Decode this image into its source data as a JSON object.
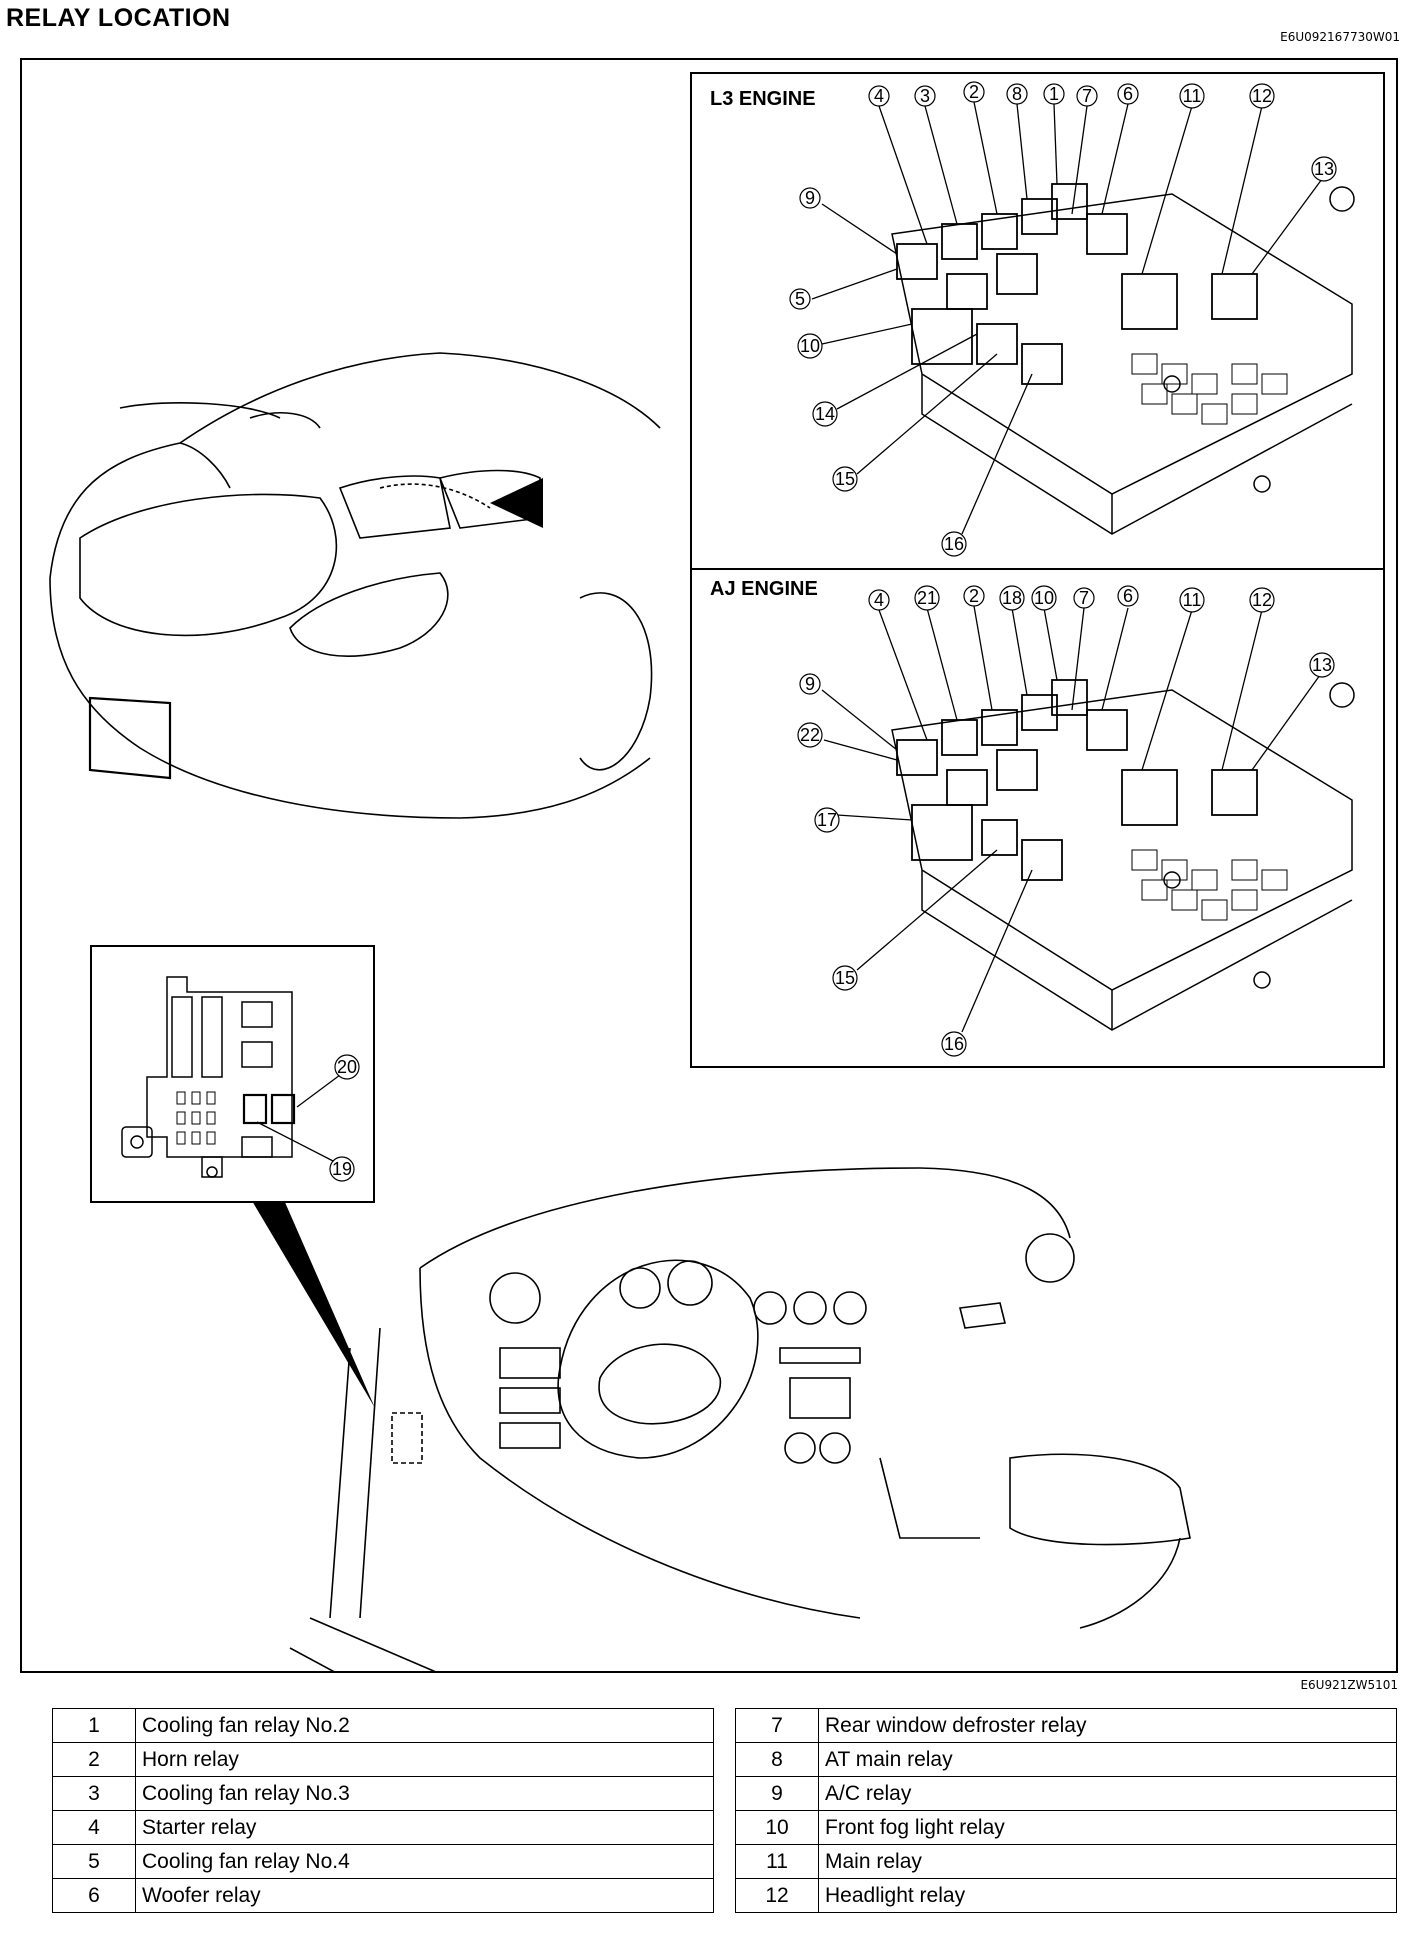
{
  "header": {
    "title": "RELAY LOCATION",
    "doc_id": "E6U092167730W01"
  },
  "figure_id": "E6U921ZW5101",
  "l3_panel": {
    "title": "L3 ENGINE",
    "callouts": [
      "1",
      "2",
      "3",
      "4",
      "5",
      "6",
      "7",
      "8",
      "9",
      "10",
      "11",
      "12",
      "13",
      "14",
      "15",
      "16"
    ]
  },
  "aj_panel": {
    "title": "AJ ENGINE",
    "callouts": [
      "2",
      "4",
      "6",
      "7",
      "9",
      "10",
      "11",
      "12",
      "13",
      "15",
      "16",
      "17",
      "18",
      "21",
      "22"
    ]
  },
  "interior_box": {
    "callouts": [
      "19",
      "20"
    ]
  },
  "legend_left": [
    {
      "num": "1",
      "name": "Cooling fan relay No.2"
    },
    {
      "num": "2",
      "name": "Horn relay"
    },
    {
      "num": "3",
      "name": "Cooling fan relay No.3"
    },
    {
      "num": "4",
      "name": "Starter relay"
    },
    {
      "num": "5",
      "name": "Cooling fan relay No.4"
    },
    {
      "num": "6",
      "name": "Woofer relay"
    }
  ],
  "legend_right": [
    {
      "num": "7",
      "name": "Rear window defroster relay"
    },
    {
      "num": "8",
      "name": "AT main relay"
    },
    {
      "num": "9",
      "name": "A/C relay"
    },
    {
      "num": "10",
      "name": "Front fog light relay"
    },
    {
      "num": "11",
      "name": "Main relay"
    },
    {
      "num": "12",
      "name": "Headlight relay"
    }
  ]
}
